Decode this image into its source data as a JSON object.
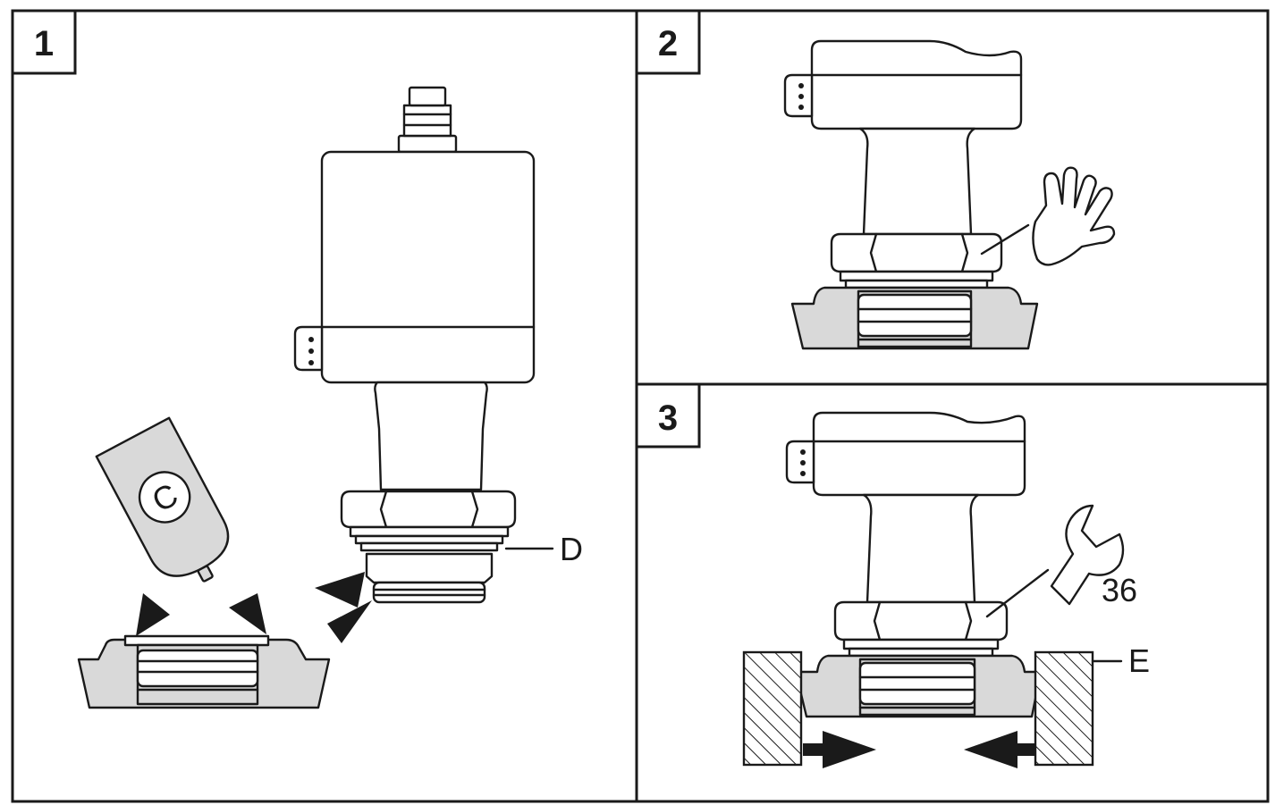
{
  "panels": [
    {
      "number": "1",
      "labels": {
        "cartridge": "C",
        "seal": "D"
      }
    },
    {
      "number": "2"
    },
    {
      "number": "3",
      "labels": {
        "wrench_size": "36",
        "fixture": "E"
      }
    }
  ],
  "icons": {
    "hand": "hand-stop-icon",
    "wrench": "wrench-icon",
    "arrows": "triangle-arrow-icon"
  },
  "colors": {
    "line": "#1a1a1a",
    "fill_gray": "#d9d9d9",
    "background": "#ffffff"
  }
}
